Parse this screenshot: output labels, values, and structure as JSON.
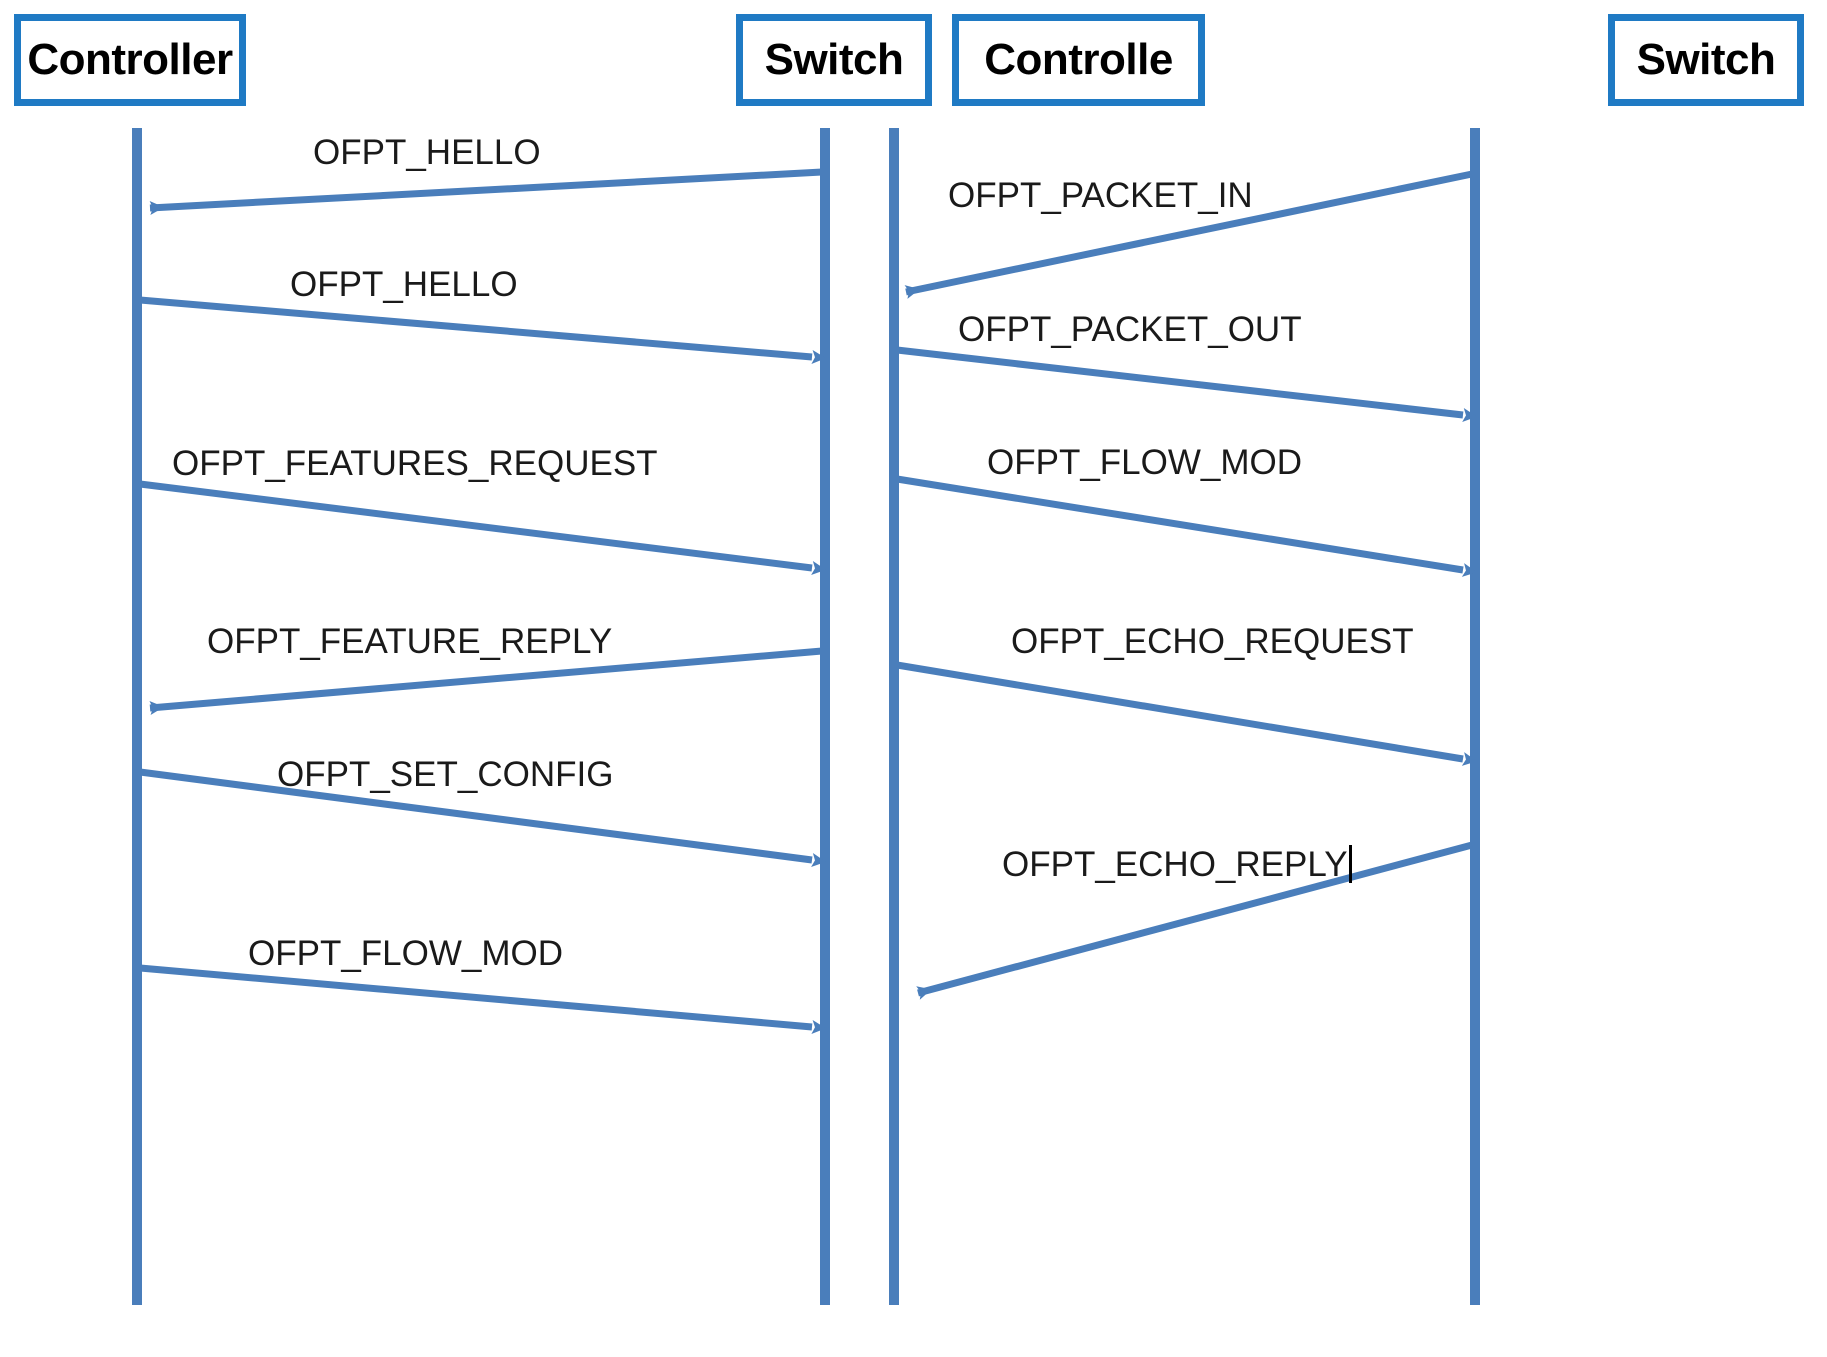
{
  "diagram": {
    "title": "OpenFlow protocol message sequence diagrams",
    "colors": {
      "box_border": "#1F7AC4",
      "lifeline": "#4A7EBB",
      "arrow": "#4A7EBB",
      "text": "#1a1a1a",
      "background": "#ffffff"
    },
    "panels": [
      {
        "id": "panel-left",
        "name": "connection-setup-sequence",
        "actors": [
          {
            "id": "left-controller",
            "label": "Controller",
            "role": "controller"
          },
          {
            "id": "left-switch",
            "label": "Switch",
            "role": "switch"
          }
        ],
        "messages": [
          {
            "label": "OFPT_HELLO",
            "from": "switch",
            "to": "controller",
            "direction": "right-to-left"
          },
          {
            "label": "OFPT_HELLO",
            "from": "controller",
            "to": "switch",
            "direction": "left-to-right"
          },
          {
            "label": "OFPT_FEATURES_REQUEST",
            "from": "controller",
            "to": "switch",
            "direction": "left-to-right"
          },
          {
            "label": "OFPT_FEATURE_REPLY",
            "from": "switch",
            "to": "controller",
            "direction": "right-to-left"
          },
          {
            "label": "OFPT_SET_CONFIG",
            "from": "controller",
            "to": "switch",
            "direction": "left-to-right"
          },
          {
            "label": "OFPT_FLOW_MOD",
            "from": "controller",
            "to": "switch",
            "direction": "left-to-right"
          }
        ]
      },
      {
        "id": "panel-right",
        "name": "packet-handling-sequence",
        "actors": [
          {
            "id": "right-controller",
            "label": "Controlle",
            "role": "controller"
          },
          {
            "id": "right-switch",
            "label": "Switch",
            "role": "switch"
          }
        ],
        "messages": [
          {
            "label": "OFPT_PACKET_IN",
            "from": "switch",
            "to": "controller",
            "direction": "right-to-left"
          },
          {
            "label": "OFPT_PACKET_OUT",
            "from": "controller",
            "to": "switch",
            "direction": "left-to-right"
          },
          {
            "label": "OFPT_FLOW_MOD",
            "from": "controller",
            "to": "switch",
            "direction": "left-to-right"
          },
          {
            "label": "OFPT_ECHO_REQUEST",
            "from": "controller",
            "to": "switch",
            "direction": "left-to-right"
          },
          {
            "label": "OFPT_ECHO_REPLY",
            "from": "switch",
            "to": "controller",
            "direction": "right-to-left",
            "has_text_caret": true
          }
        ]
      }
    ]
  }
}
